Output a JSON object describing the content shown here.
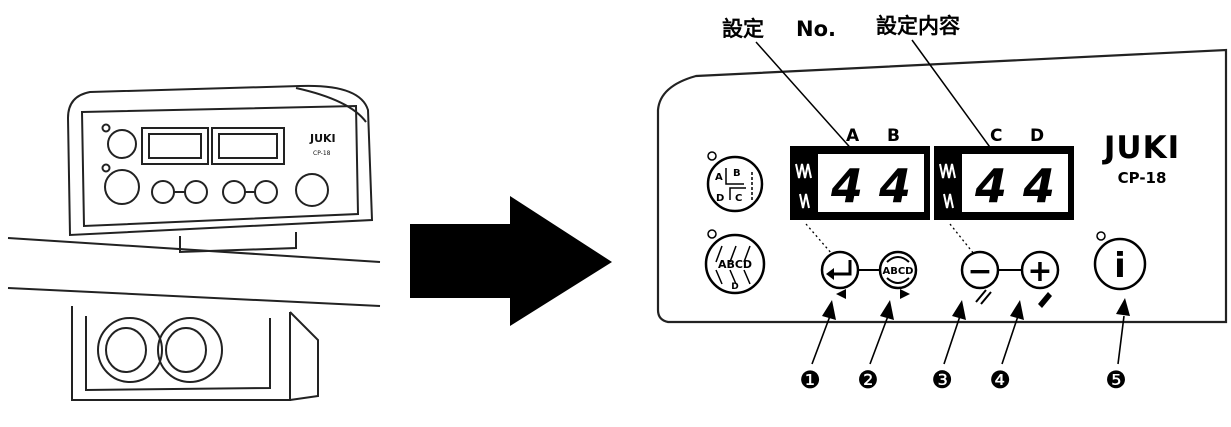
{
  "header": {
    "setting_no_label": "設定",
    "no_label": "No.",
    "setting_content_label": "設定内容"
  },
  "display": {
    "left_letters": [
      "A",
      "B"
    ],
    "right_letters": [
      "C",
      "D"
    ],
    "left_digits": "4 4",
    "right_digits": "4 4"
  },
  "panel": {
    "brand": "JUKI",
    "model": "CP-18"
  },
  "small_panel": {
    "brand": "JUKI",
    "model": "CP-18"
  },
  "buttons": {
    "pattern_a_letters": [
      "A",
      "B",
      "D",
      "C"
    ],
    "pattern_b_text": "ABCD",
    "pattern_b_letters": [
      "A",
      "B",
      "C",
      "D"
    ],
    "abcd_label": "ABCD",
    "info_label": "i",
    "minus_label": "−",
    "plus_label": "+"
  },
  "callouts": [
    "❶",
    "❷",
    "❸",
    "❹",
    "❺"
  ]
}
